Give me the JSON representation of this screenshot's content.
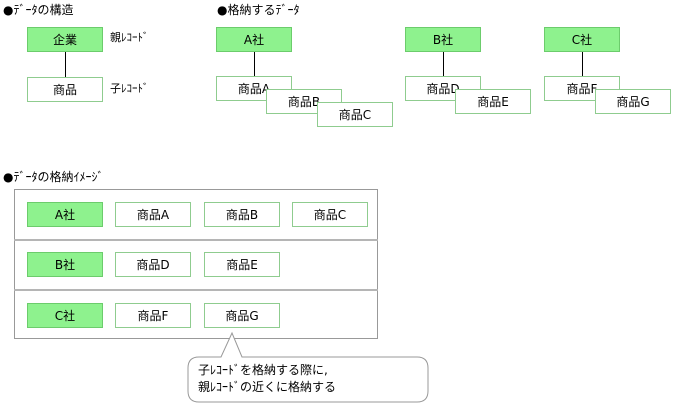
{
  "headings": {
    "structure": "●ﾃﾞｰﾀの構造",
    "stored": "●格納するﾃﾞｰﾀ",
    "image": "●ﾃﾞｰﾀの格納ｲﾒｰｼﾞ"
  },
  "structure": {
    "parent_box": "企業",
    "child_box": "商品",
    "parent_label": "親ﾚｺｰﾄﾞ",
    "child_label": "子ﾚｺｰﾄﾞ"
  },
  "stored": {
    "company_a": {
      "name": "A社",
      "products": [
        "商品A",
        "商品B",
        "商品C"
      ]
    },
    "company_b": {
      "name": "B社",
      "products": [
        "商品D",
        "商品E"
      ]
    },
    "company_c": {
      "name": "C社",
      "products": [
        "商品F",
        "商品G"
      ]
    }
  },
  "storage_rows": [
    {
      "company": "A社",
      "products": [
        "商品A",
        "商品B",
        "商品C"
      ]
    },
    {
      "company": "B社",
      "products": [
        "商品D",
        "商品E"
      ]
    },
    {
      "company": "C社",
      "products": [
        "商品F",
        "商品G"
      ]
    }
  ],
  "callout": {
    "line1": "子ﾚｺｰﾄﾞを格納する際に,",
    "line2": "親ﾚｺｰﾄﾞの近くに格納する"
  }
}
